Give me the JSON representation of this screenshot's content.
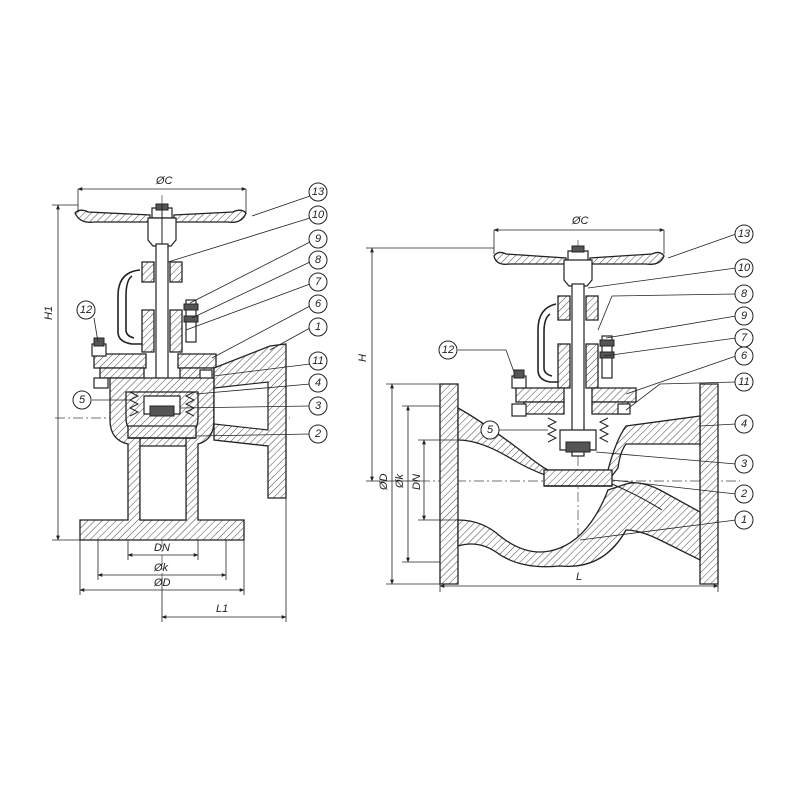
{
  "left_view": {
    "labels": {
      "handwheel_dia": "ØC",
      "height": "H1",
      "nominal_dia": "DN",
      "bolt_circle_dia": "Øk",
      "flange_dia": "ØD",
      "length": "L1"
    },
    "callouts": [
      "13",
      "10",
      "9",
      "8",
      "7",
      "6",
      "1",
      "11",
      "4",
      "3",
      "2",
      "12",
      "5"
    ]
  },
  "right_view": {
    "labels": {
      "handwheel_dia": "ØC",
      "height": "H",
      "flange_dia": "ØD",
      "bolt_circle_dia": "Øk",
      "nominal_dia": "DN",
      "length": "L"
    },
    "callouts": [
      "13",
      "10",
      "8",
      "9",
      "7",
      "6",
      "11",
      "4",
      "3",
      "2",
      "1",
      "12",
      "5"
    ]
  }
}
